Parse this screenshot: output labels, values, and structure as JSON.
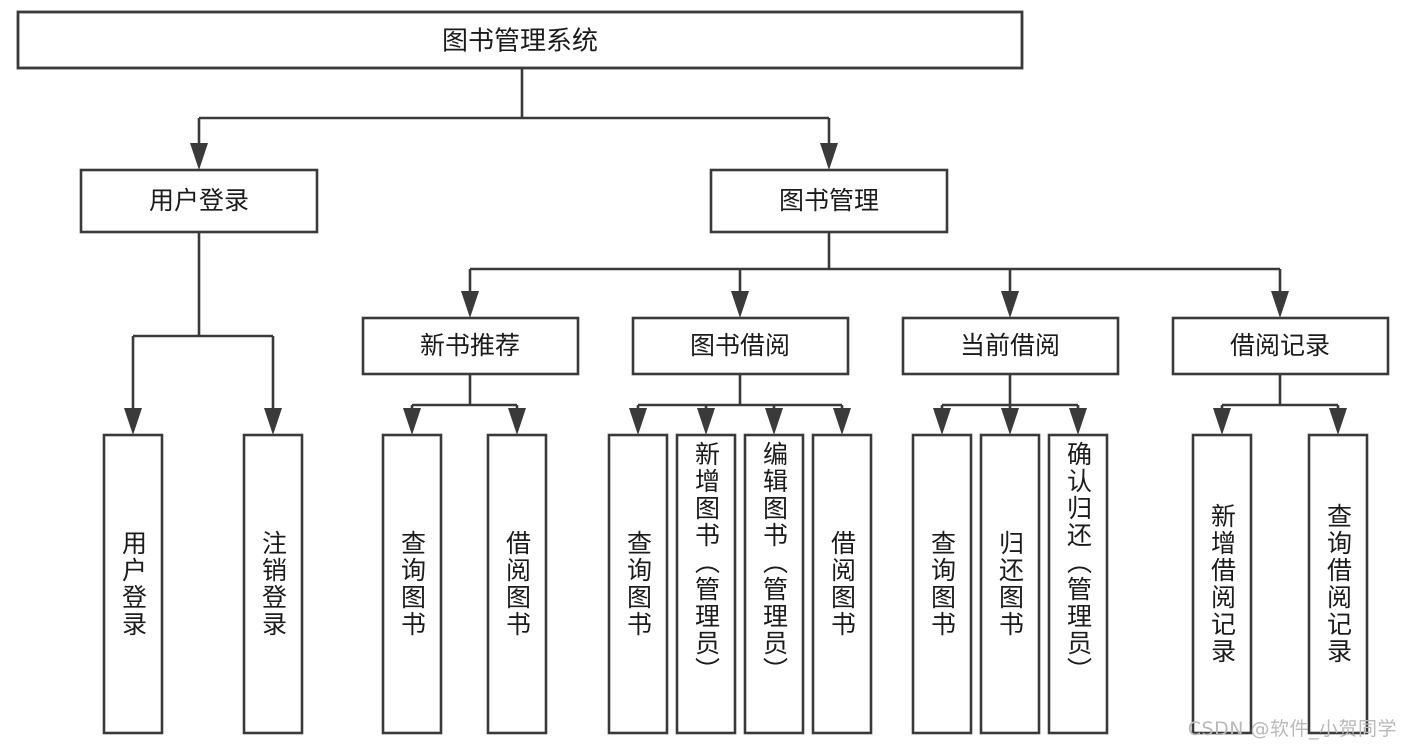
{
  "diagram": {
    "title": "图书管理系统",
    "type": "hierarchy-tree",
    "orientation": "top-down",
    "colors": {
      "box_stroke": "#3a3a3a",
      "box_fill": "#ffffff",
      "connector": "#3a3a3a",
      "text": "#1b1b1b",
      "background": "#ffffff",
      "watermark": "#b9b9b9"
    },
    "root": {
      "id": "root",
      "label": "图书管理系统"
    },
    "level2": [
      {
        "id": "user-login",
        "label": "用户登录"
      },
      {
        "id": "book-management",
        "label": "图书管理"
      }
    ],
    "level3": [
      {
        "id": "new-book-recommend",
        "label": "新书推荐",
        "parent": "book-management"
      },
      {
        "id": "book-borrow",
        "label": "图书借阅",
        "parent": "book-management"
      },
      {
        "id": "current-borrow",
        "label": "当前借阅",
        "parent": "book-management"
      },
      {
        "id": "borrow-record",
        "label": "借阅记录",
        "parent": "book-management"
      }
    ],
    "leaves": [
      {
        "id": "leaf-user-login",
        "label": "用户登录",
        "parent": "user-login"
      },
      {
        "id": "leaf-logout",
        "label": "注销登录",
        "parent": "user-login"
      },
      {
        "id": "leaf-query-book-1",
        "label": "查询图书",
        "parent": "new-book-recommend"
      },
      {
        "id": "leaf-borrow-book-1",
        "label": "借阅图书",
        "parent": "new-book-recommend"
      },
      {
        "id": "leaf-query-book-2",
        "label": "查询图书",
        "parent": "book-borrow"
      },
      {
        "id": "leaf-add-book",
        "label": "新增图书（管理员）",
        "parent": "book-borrow"
      },
      {
        "id": "leaf-edit-book",
        "label": "编辑图书（管理员）",
        "parent": "book-borrow"
      },
      {
        "id": "leaf-borrow-book-2",
        "label": "借阅图书",
        "parent": "book-borrow"
      },
      {
        "id": "leaf-query-book-3",
        "label": "查询图书",
        "parent": "current-borrow"
      },
      {
        "id": "leaf-return-book",
        "label": "归还图书",
        "parent": "current-borrow"
      },
      {
        "id": "leaf-confirm-return",
        "label": "确认归还（管理员）",
        "parent": "current-borrow"
      },
      {
        "id": "leaf-add-record",
        "label": "新增借阅记录",
        "parent": "borrow-record"
      },
      {
        "id": "leaf-query-record",
        "label": "查询借阅记录",
        "parent": "borrow-record"
      }
    ]
  },
  "watermark": {
    "text": "CSDN @软件_小贺同学"
  }
}
